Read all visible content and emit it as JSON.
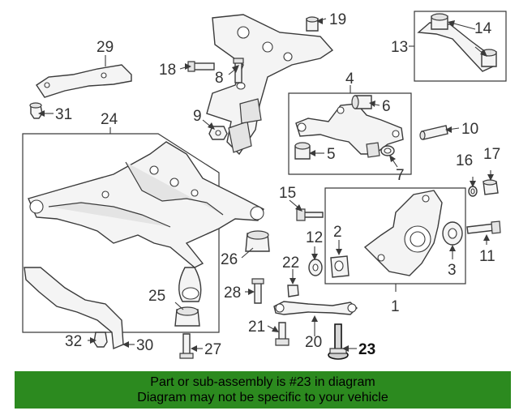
{
  "callouts": {
    "c1": "1",
    "c2": "2",
    "c3": "3",
    "c4": "4",
    "c5": "5",
    "c6": "6",
    "c7": "7",
    "c8": "8",
    "c9": "9",
    "c10": "10",
    "c11": "11",
    "c12": "12",
    "c13": "13",
    "c14": "14",
    "c15": "15",
    "c16": "16",
    "c17": "17",
    "c18": "18",
    "c19": "19",
    "c20": "20",
    "c21": "21",
    "c22": "22",
    "c23": "23",
    "c24": "24",
    "c25": "25",
    "c26": "26",
    "c27": "27",
    "c28": "28",
    "c29": "29",
    "c30": "30",
    "c31": "31",
    "c32": "32"
  },
  "highlighted_part": "23",
  "banner": {
    "line1": "Part or sub-assembly is #23 in diagram",
    "line2": "Diagram may not be specific to your vehicle"
  },
  "colors": {
    "banner_bg": "#2c8a1f",
    "line_art": "#3a3a3a"
  }
}
